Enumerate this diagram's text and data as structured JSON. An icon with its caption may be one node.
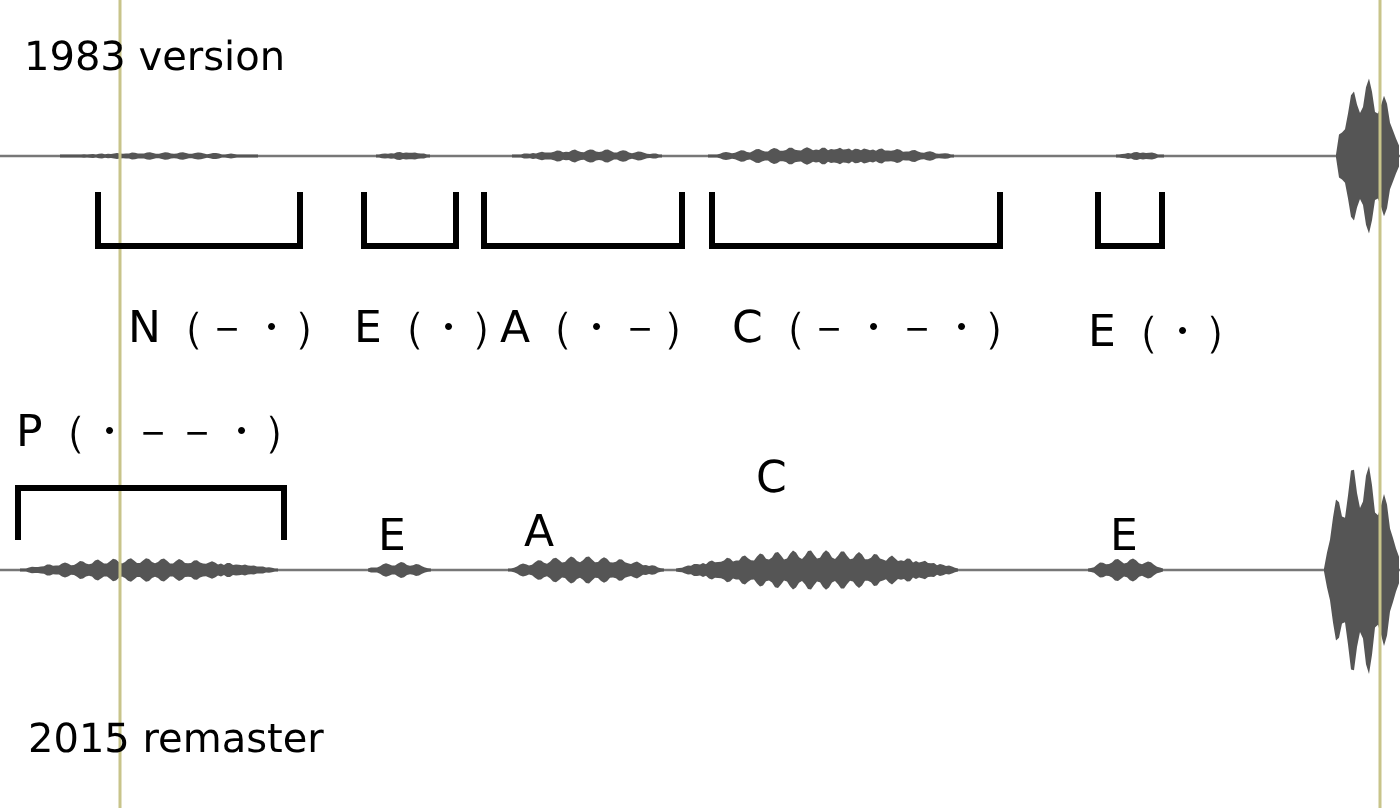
{
  "diagram": {
    "labels": [
      "1983 version",
      "N（－・）",
      "E（・）",
      "A（・－）",
      "C（－・－・）",
      "E（・）",
      "P（・－－・）",
      "E",
      "A",
      "C",
      "E",
      "2015 remaster"
    ]
  }
}
